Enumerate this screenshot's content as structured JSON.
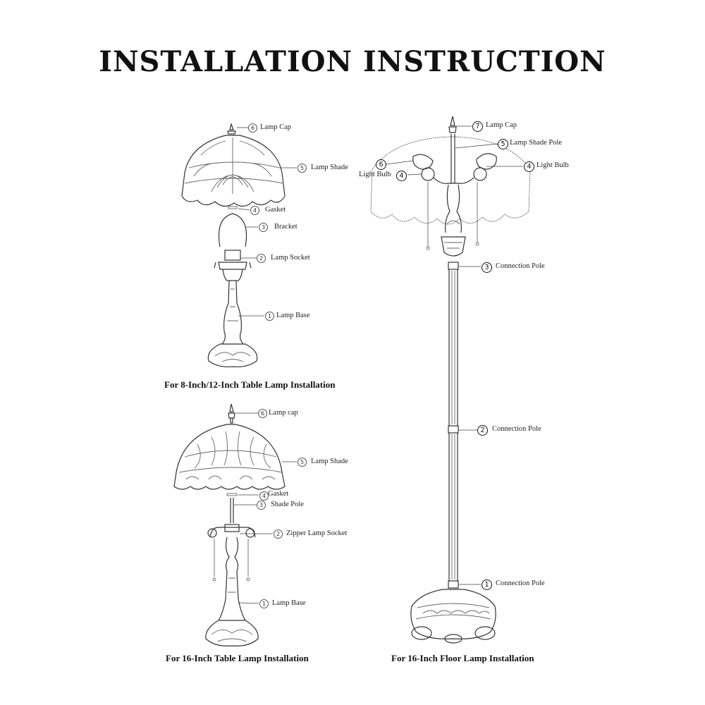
{
  "title": "INSTALLATION INSTRUCTION",
  "captions": {
    "table_small": "For 8-Inch/12-Inch Table Lamp Installation",
    "table_large": "For 16-Inch Table Lamp Installation",
    "floor": "For 16-Inch Floor Lamp Installation"
  },
  "table_small": {
    "n6": "6",
    "l6": "Lamp Cap",
    "n5": "5",
    "l5": "Lamp Shade",
    "n4": "4",
    "l4": "Gasket",
    "n3": "3",
    "l3": "Bracket",
    "n2": "2",
    "l2": "Lamp Socket",
    "n1": "1",
    "l1": "Lamp Base"
  },
  "table_large": {
    "n6": "6",
    "l6": "Lamp cap",
    "n5": "5",
    "l5": "Lamp Shade",
    "n4": "4",
    "l4": "Gasket",
    "n3": "3",
    "l3": "Shade Pole",
    "n2": "2",
    "l2": "Zipper Lamp Socket",
    "n1": "1",
    "l1": "Lamp Base"
  },
  "floor": {
    "n7": "7",
    "l7": "Lamp Cap",
    "n5": "5",
    "l5": "Lamp Shade Pole",
    "n4r": "4",
    "l4r": "Light Bulb",
    "n6": "6",
    "l6": "Light Bulb",
    "n4l": "4",
    "n3": "3",
    "l3": "Connection Pole",
    "n2": "2",
    "l2": "Connection Pole",
    "n1": "1",
    "l1": "Connection Pole"
  }
}
